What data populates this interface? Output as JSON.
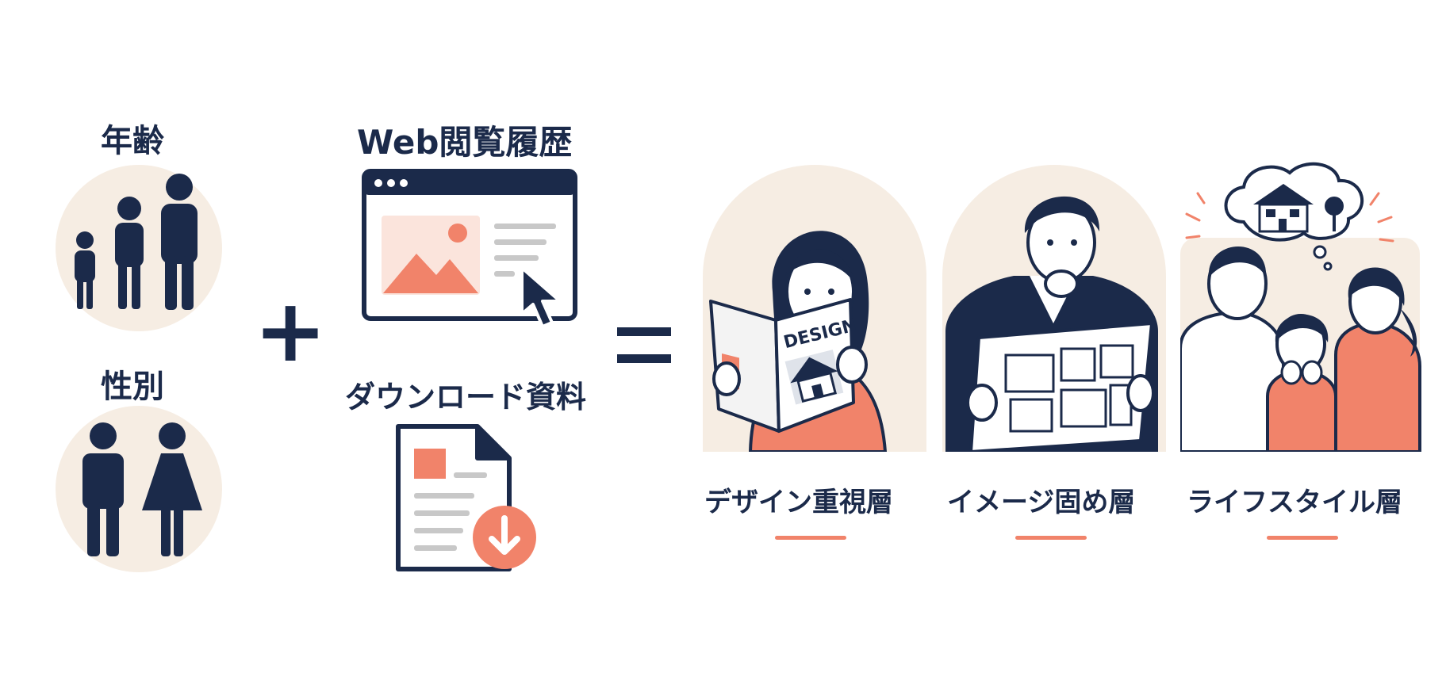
{
  "inputs": {
    "age_label": "年齢",
    "gender_label": "性別",
    "web_history_label": "Web閲覧履歴",
    "download_label": "ダウンロード資料"
  },
  "operators": {
    "plus": "+",
    "equals": "="
  },
  "segments": [
    {
      "label": "デザイン重視層",
      "magazine_text": "DESIGN"
    },
    {
      "label": "イメージ固め層"
    },
    {
      "label": "ライフスタイル層"
    }
  ],
  "colors": {
    "navy": "#1b2a4a",
    "coral": "#f1836a",
    "beige": "#f6ede3",
    "gray": "#c8c8c8"
  },
  "icons": [
    "people-age-icon",
    "male-female-icon",
    "browser-window-icon",
    "cursor-icon",
    "document-download-icon"
  ]
}
